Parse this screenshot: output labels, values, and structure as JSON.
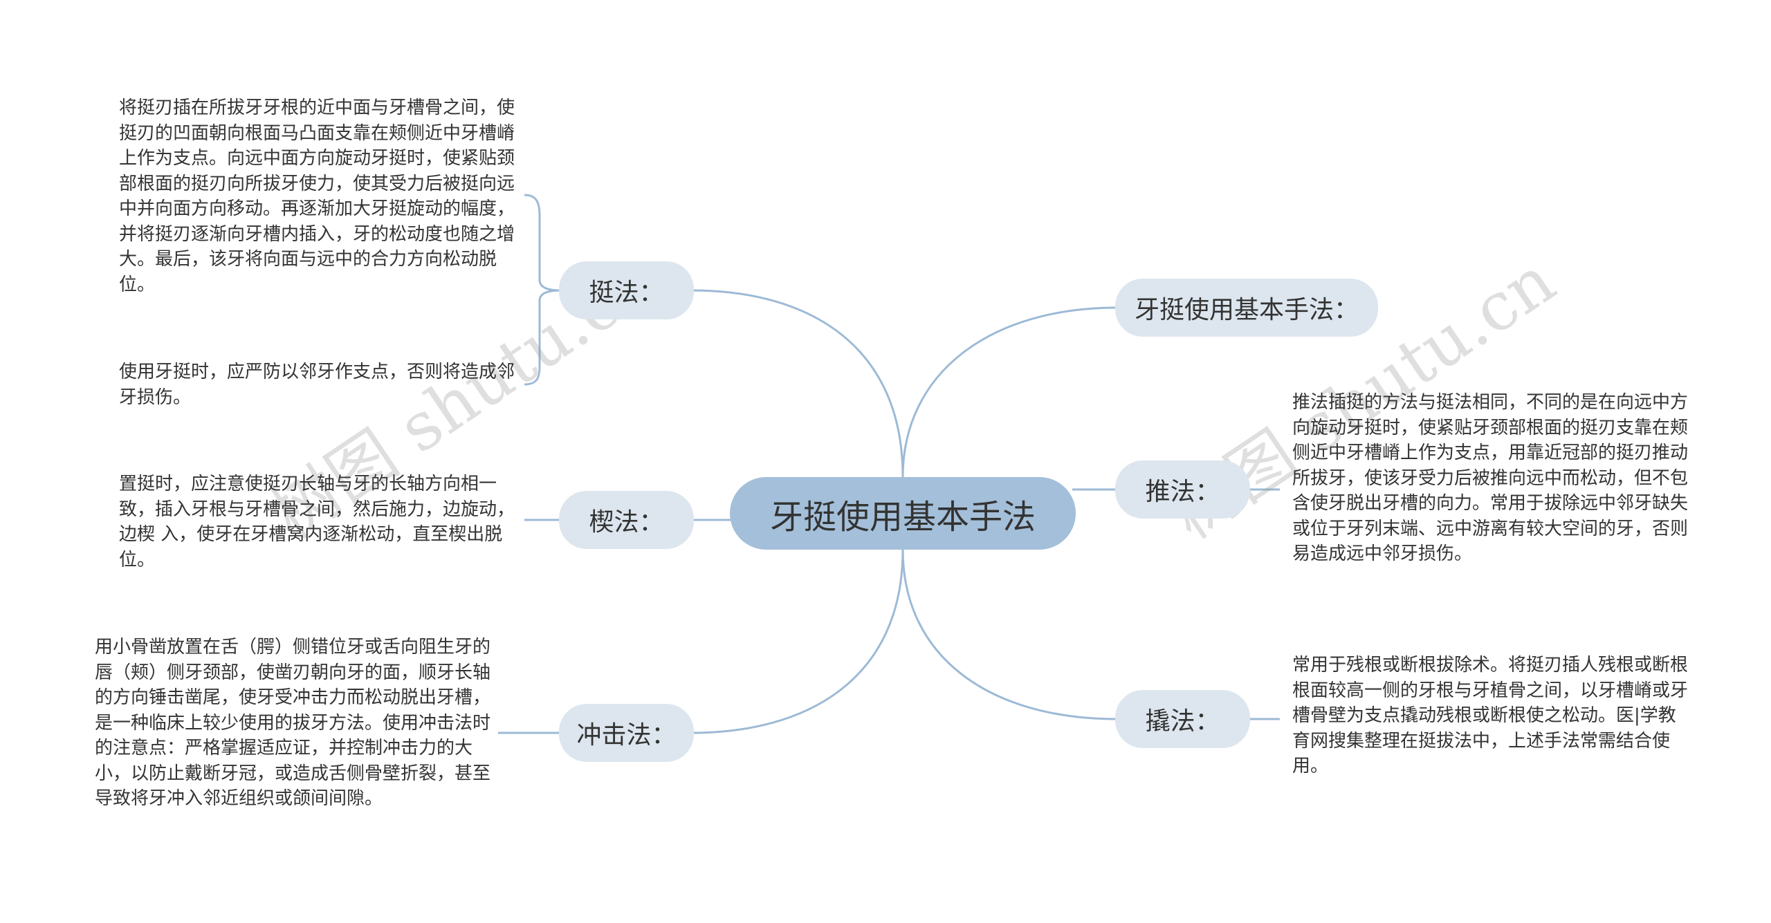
{
  "root": "牙挺使用基本手法",
  "branches": {
    "tingfa": {
      "label": "挺法：",
      "leaf1": "将挺刃插在所拔牙牙根的近中面与牙槽骨之间，使挺刃的凹面朝向根面马凸面支靠在颊侧近中牙槽嵴上作为支点。向远中面方向旋动牙挺时，使紧贴颈部根面的挺刃向所拔牙使力，使其受力后被挺向远中并向面方向移动。再逐渐加大牙挺旋动的幅度，并将挺刃逐渐向牙槽内插入，牙的松动度也随之增大。最后，该牙将向面与远中的合力方向松动脱位。",
      "leaf2": "使用牙挺时，应严防以邻牙作支点，否则将造成邻牙损伤。"
    },
    "xiefa": {
      "label": "楔法：",
      "leaf": "置挺时，应注意使挺刃长轴与牙的长轴方向相一致，插入牙根与牙槽骨之间，然后施力，边旋动，边楔 入，使牙在牙槽窝内逐渐松动，直至楔出脱位。"
    },
    "chongji": {
      "label": "冲击法：",
      "leaf": "用小骨凿放置在舌（腭）侧错位牙或舌向阻生牙的唇（颊）侧牙颈部，使凿刃朝向牙的面，顺牙长轴的方向锤击凿尾，使牙受冲击力而松动脱出牙槽，是一种临床上较少使用的拔牙方法。使用冲击法时的注意点：严格掌握适应证，并控制冲击力的大小，以防止戴断牙冠，或造成舌侧骨壁折裂，甚至导致将牙冲入邻近组织或颌间间隙。"
    },
    "jiben": {
      "label": "牙挺使用基本手法："
    },
    "tuifa": {
      "label": "推法：",
      "leaf": "推法插挺的方法与挺法相同，不同的是在向远中方向旋动牙挺时，使紧贴牙颈部根面的挺刃支靠在颊侧近中牙槽嵴上作为支点，用靠近冠部的挺刃推动所拔牙，使该牙受力后被推向远中而松动，但不包含使牙脱出牙槽的向力。常用于拔除远中邻牙缺失或位于牙列末端、远中游离有较大空间的牙，否则易造成远中邻牙损伤。"
    },
    "qiaofa": {
      "label": "撬法：",
      "leaf": "常用于残根或断根拔除术。将挺刃插人残根或断根根面较高一侧的牙根与牙植骨之间，以牙槽嵴或牙槽骨壁为支点撬动残根或断根使之松动。医|学教育网搜集整理在挺拔法中，上述手法常需结合使用。"
    }
  },
  "watermark": "树图 shutu.cn",
  "colors": {
    "root_fill": "#a4bfd9",
    "node_fill": "#dde6ee",
    "connector": "#9dbad6",
    "text": "#333333"
  }
}
